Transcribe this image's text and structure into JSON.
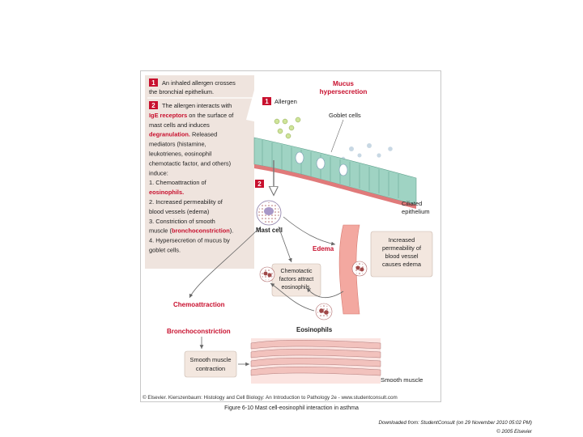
{
  "figure": {
    "steps_panel": {
      "step1_badge": "1",
      "step1_text_line1": "An inhaled allergen crosses",
      "step1_text_line2": "the bronchial epithelium.",
      "step2_badge": "2",
      "step2_lines": [
        {
          "text": "The allergen interacts with",
          "style": "normal"
        },
        {
          "text": "IgE receptors",
          "style": "red",
          "suffix": " on the surface of"
        },
        {
          "text": "mast cells and induces",
          "style": "normal"
        },
        {
          "text": "degranulation.",
          "style": "red",
          "suffix": " Released"
        },
        {
          "text": "mediators (histamine,",
          "style": "normal"
        },
        {
          "text": "leukotrienes, eosinophil",
          "style": "normal"
        },
        {
          "text": "chemotactic factor, and others)",
          "style": "normal"
        },
        {
          "text": "induce:",
          "style": "normal"
        },
        {
          "text": "1. Chemoattraction of",
          "style": "normal"
        },
        {
          "text": "eosinophils.",
          "style": "red",
          "suffix": ""
        },
        {
          "text": "2. Increased permeability of",
          "style": "normal"
        },
        {
          "text": "blood vessels (edema)",
          "style": "normal"
        },
        {
          "text": "3. Constriction of smooth",
          "style": "normal"
        },
        {
          "text": "muscle (",
          "style": "normal",
          "red_part": "bronchoconstriction",
          "suffix": ")."
        },
        {
          "text": "4. Hypersecretion of mucus by",
          "style": "normal"
        },
        {
          "text": "goblet cells.",
          "style": "normal"
        }
      ]
    },
    "labels": {
      "mucus_line1": "Mucus",
      "mucus_line2": "hypersecretion",
      "allergen_badge": "1",
      "allergen": "Allergen",
      "goblet_cells": "Goblet cells",
      "step2_badge": "2",
      "ciliated_line1": "Ciliated",
      "ciliated_line2": "epithelium",
      "mast_cell": "Mast cell",
      "edema": "Edema",
      "permeability_lines": [
        "Increased",
        "permeability of",
        "blood vessel",
        "causes edema"
      ],
      "chemotactic_lines": [
        "Chemotactic",
        "factors attract",
        "eosinophils."
      ],
      "chemoattraction": "Chemoattraction",
      "bronchoconstriction": "Bronchoconstriction",
      "eosinophils": "Eosinophils",
      "smooth_contraction_lines": [
        "Smooth muscle",
        "contraction"
      ],
      "smooth_muscle": "Smooth muscle"
    },
    "copyright": "© Elsevier. Kierszenbaum: Histology and Cell Biology: An Introduction to Pathology 2e - www.studentconsult.com"
  },
  "caption": "Figure 6-10 Mast cell-eosinophil interaction in asthma",
  "footer": {
    "downloaded": "Downloaded from: StudentConsult (on 29 November 2010 05:02 PM)",
    "copyright": "© 2005 Elsevier"
  },
  "colors": {
    "red_text": "#c8102e",
    "panel_bg": "#efe4de",
    "box_bg": "#f3e7df",
    "badge_bg": "#c8102e",
    "epithelium": "#9fd3c3",
    "lumen": "#dbe9ef",
    "vessel": "#f3a8a0",
    "muscle": "#f2c2bd"
  }
}
